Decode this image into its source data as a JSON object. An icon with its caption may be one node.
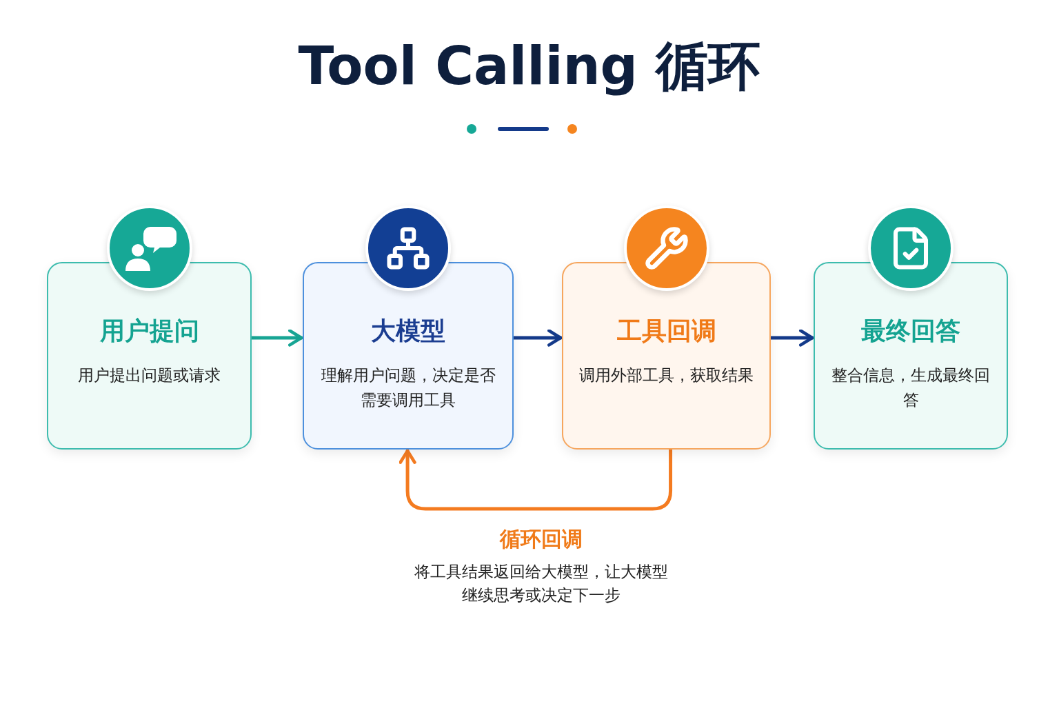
{
  "diagram": {
    "title": "Tool Calling 循环",
    "nodes": [
      {
        "text": [
          "用户提问",
          "用户提出问题或请求"
        ]
      },
      {
        "text": [
          "大模型",
          "理解用户问题，决定是否需要调用工具"
        ]
      },
      {
        "text": [
          "工具回调",
          "调用外部工具，获取结果"
        ]
      },
      {
        "text": [
          "最终回答",
          "整合信息，生成最终回答"
        ]
      }
    ],
    "edges": [
      {
        "from": 0,
        "to": 1,
        "arrow": "to",
        "color": "#17a594"
      },
      {
        "from": 1,
        "to": 2,
        "arrow": "to"
      },
      {
        "from": 2,
        "to": 3,
        "arrow": "to"
      },
      {
        "from": 2,
        "to": 1,
        "arrow": "to",
        "color": "#f47b20"
      }
    ],
    "labels": [
      "循环回调",
      "将工具结果返回给大模型，让大模型继续思考或决定下一步"
    ]
  }
}
